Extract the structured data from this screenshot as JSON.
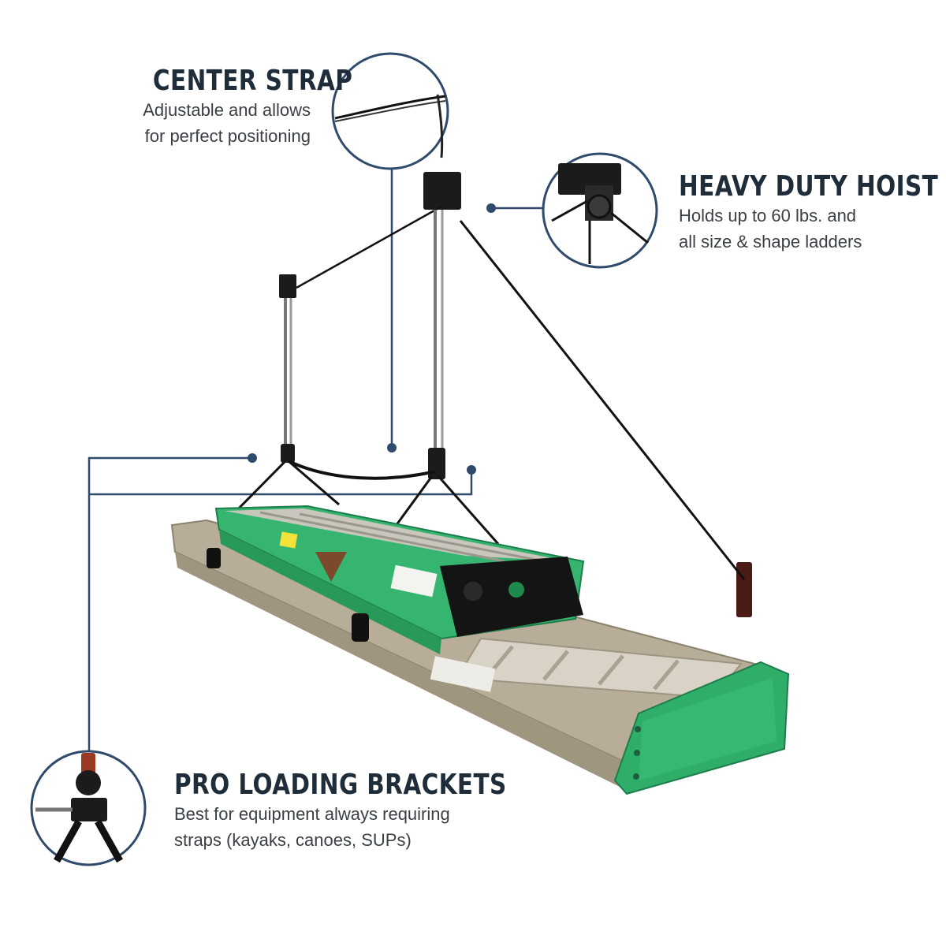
{
  "callouts": {
    "center_strap": {
      "title": "CENTER STRAP",
      "line1": "Adjustable and allows",
      "line2": "for perfect positioning"
    },
    "heavy_duty_hoist": {
      "title": "HEAVY DUTY HOIST",
      "line1": "Holds up to 60 lbs. and",
      "line2": "all size & shape ladders"
    },
    "pro_loading_brackets": {
      "title": "PRO LOADING BRACKETS",
      "line1": "Best for equipment always requiring",
      "line2": "straps (kayaks, canoes, SUPs)"
    }
  },
  "colors": {
    "callout_line": "#2f4a6b",
    "ladder_green": "#2fae6a",
    "ladder_aluminum": "#b7ad98",
    "title_text": "#1f2d3a"
  }
}
